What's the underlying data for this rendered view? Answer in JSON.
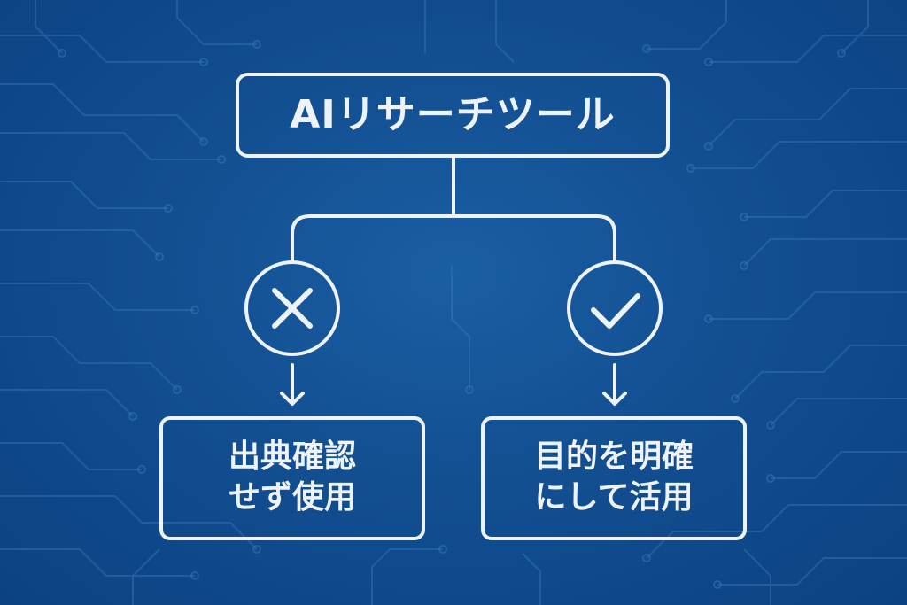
{
  "diagram": {
    "title": "AIリサーチツール",
    "left_branch": {
      "icon": "cross-icon",
      "line1": "出典確認",
      "line2": "せず使用"
    },
    "right_branch": {
      "icon": "check-icon",
      "line1": "目的を明確",
      "line2": "にして活用"
    }
  },
  "colors": {
    "background": "#124f91",
    "foreground": "#eef3fa",
    "circuit": "#2f6fb0"
  }
}
